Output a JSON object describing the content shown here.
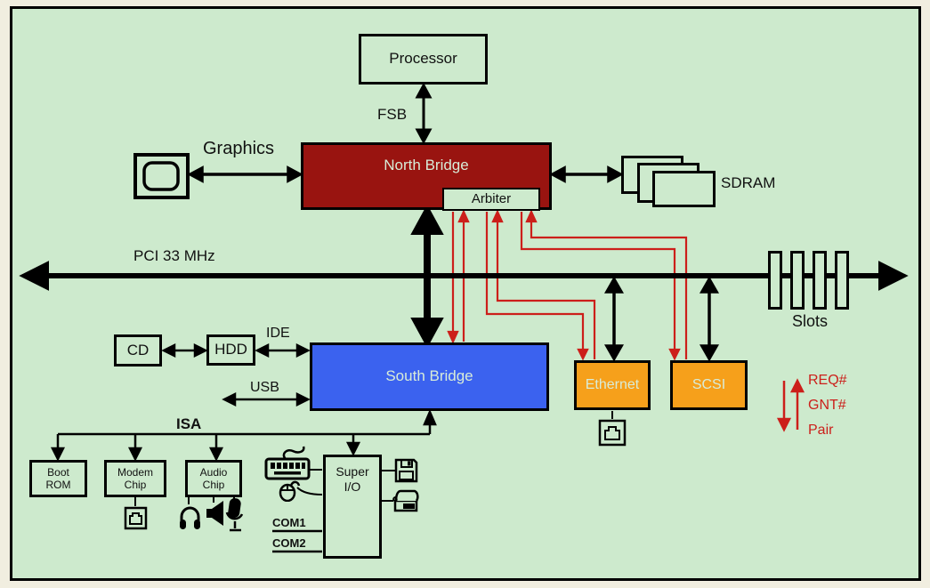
{
  "colors": {
    "canvas_margin": "#f1eee0",
    "background": "#cdeacd",
    "north_bridge_fill": "#991410",
    "south_bridge_fill": "#3b62ef",
    "peripheral_fill": "#f6a01b",
    "signal_red": "#cc1f1a",
    "line_black": "#000000",
    "light_text": "#d8ecd8"
  },
  "boxes": {
    "processor": "Processor",
    "north_bridge": "North Bridge",
    "arbiter": "Arbiter",
    "south_bridge": "South Bridge",
    "cd": "CD",
    "hdd": "HDD",
    "ethernet": "Ethernet",
    "scsi": "SCSI",
    "boot_rom": "Boot ROM",
    "modem_chip": "Modem Chip",
    "audio_chip": "Audio Chip",
    "super_io": "Super I/O"
  },
  "labels": {
    "fsb": "FSB",
    "graphics": "Graphics",
    "sdram": "SDRAM",
    "pci": "PCI 33 MHz",
    "ide": "IDE",
    "usb": "USB",
    "isa": "ISA",
    "slots": "Slots",
    "com1": "COM1",
    "com2": "COM2"
  },
  "legend": {
    "line1": "REQ#",
    "line2": "GNT#",
    "line3": "Pair"
  },
  "icons": {
    "monitor": "monitor-icon",
    "sdram_stack": "memory-modules-icon",
    "rj45_ethernet": "rj45-jack-icon",
    "rj45_modem": "rj45-jack-icon",
    "headphones": "headphones-icon",
    "speaker": "speaker-icon",
    "microphone": "microphone-icon",
    "keyboard": "keyboard-icon",
    "mouse": "mouse-icon",
    "floppy": "floppy-disk-icon",
    "printer": "printer-icon"
  }
}
